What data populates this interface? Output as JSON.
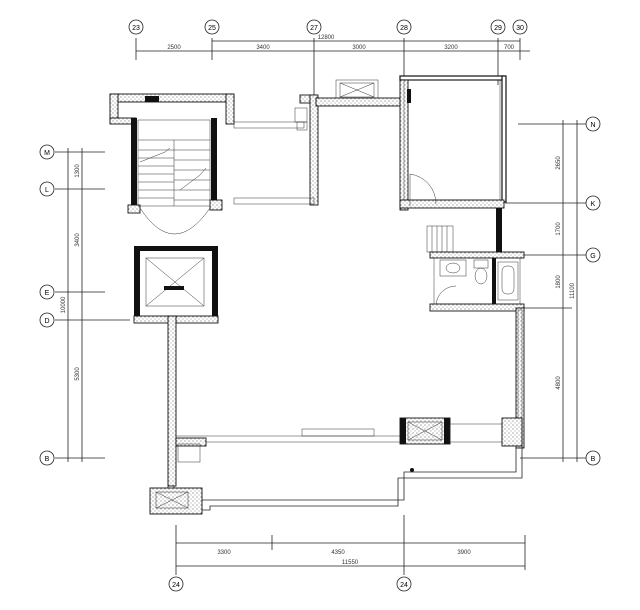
{
  "grid_top": [
    "23",
    "25",
    "27",
    "28",
    "29",
    "30"
  ],
  "grid_bottom": [
    "24",
    "24"
  ],
  "grid_left": [
    "M",
    "L",
    "E",
    "D",
    "B"
  ],
  "grid_right": [
    "N",
    "K",
    "G",
    "B"
  ],
  "dims_top": [
    "2500",
    "3400",
    "3000",
    "3200",
    "700"
  ],
  "dim_top_total": "12800",
  "dims_left": [
    "1300",
    "3400",
    "5300"
  ],
  "dim_left_total": "10000",
  "dims_right": [
    "2650",
    "1700",
    "1800",
    "4800"
  ],
  "dim_right_total": "11100",
  "dims_bottom": [
    "3300",
    "4350",
    "3900"
  ],
  "dim_bottom_total": "11550"
}
